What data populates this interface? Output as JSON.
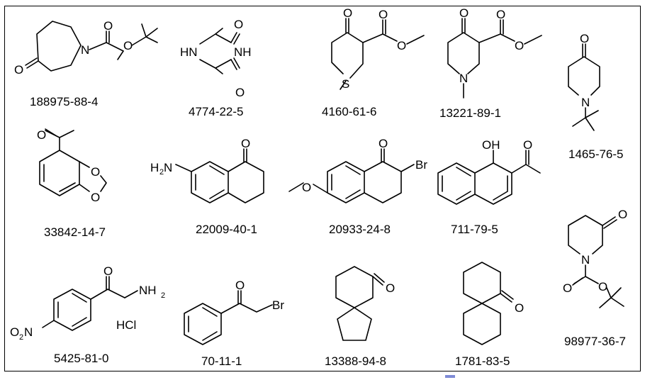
{
  "compounds": [
    {
      "cas": "188975-88-4"
    },
    {
      "cas": "4774-22-5"
    },
    {
      "cas": "4160-61-6"
    },
    {
      "cas": "13221-89-1"
    },
    {
      "cas": "1465-76-5"
    },
    {
      "cas": "33842-14-7"
    },
    {
      "cas": "22009-40-1"
    },
    {
      "cas": "20933-24-8"
    },
    {
      "cas": "711-79-5"
    },
    {
      "cas": "98977-36-7"
    },
    {
      "cas": "5425-81-0"
    },
    {
      "cas": "70-11-1"
    },
    {
      "cas": "13388-94-8"
    },
    {
      "cas": "1781-83-5"
    }
  ],
  "atoms": {
    "O": "O",
    "N": "N",
    "S": "S",
    "Br": "Br",
    "H": "H",
    "OH": "OH",
    "HN": "HN",
    "NH": "NH",
    "NH2": "NH",
    "H2N": "H",
    "HCl": "HCl",
    "two": "2"
  }
}
